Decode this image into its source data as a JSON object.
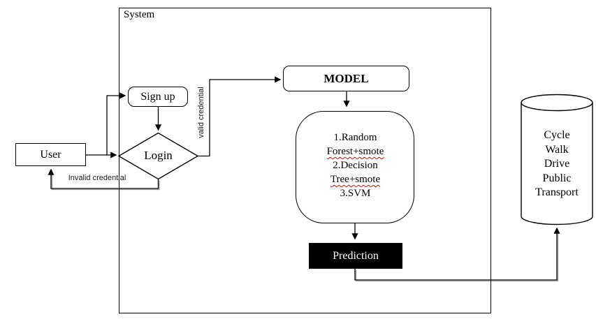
{
  "system": {
    "label": "System"
  },
  "nodes": {
    "user": "User",
    "signup": "Sign up",
    "login": "Login",
    "model": "MODEL",
    "models": {
      "items": [
        "1.Random",
        "Forest+smote",
        "2.Decision",
        "Tree+smote",
        "3.SVM"
      ]
    },
    "prediction": "Prediction",
    "database": {
      "lines": [
        "Cycle",
        "Walk",
        "Drive",
        "Public",
        "Transport"
      ]
    }
  },
  "edges": {
    "valid_label": "valid credential",
    "invalid_label": "Invalid credential"
  },
  "colors": {
    "stroke": "#000000",
    "background": "#ffffff",
    "prediction_bg": "#000000",
    "prediction_text": "#ffffff",
    "spellcheck_underline": "#ff0000",
    "connector_shadow": "#999999"
  }
}
